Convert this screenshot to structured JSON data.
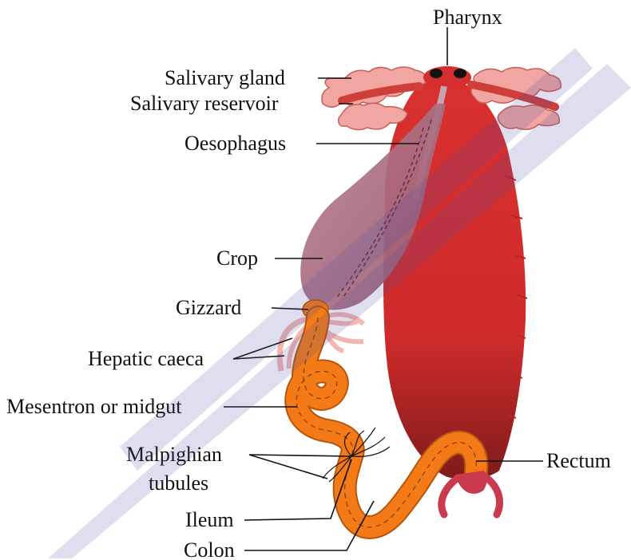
{
  "labels": {
    "pharynx": "Pharynx",
    "salivary_gland": "Salivary gland",
    "salivary_reservoir": "Salivary reservoir",
    "oesophagus": "Oesophagus",
    "crop": "Crop",
    "gizzard": "Gizzard",
    "hepatic_caeca": "Hepatic caeca",
    "mesentron": "Mesentron or midgut",
    "malpighian_1": "Malpighian",
    "malpighian_2": "tubules",
    "ileum": "Ileum",
    "colon": "Colon",
    "rectum": "Rectum"
  },
  "colors": {
    "body": "#d42e2e",
    "body_dark": "#8e1e1e",
    "crop": "#a4677c",
    "salivary_gland": "#f1a6a2",
    "salivary_reservoir": "#cf3f3a",
    "gut": "#f37a16",
    "gut_outline": "#b4560e",
    "caeca": "#f4b6b0",
    "watermark": "#4c4fa6"
  }
}
